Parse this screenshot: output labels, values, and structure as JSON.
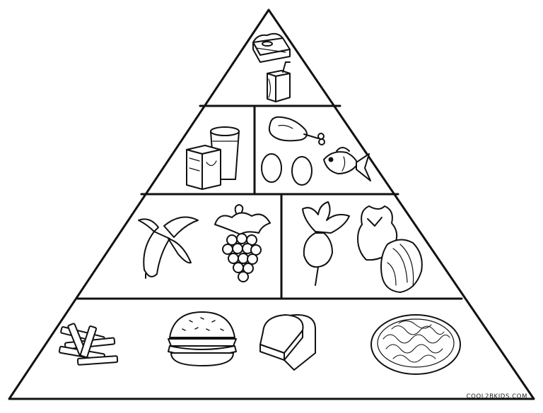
{
  "page": {
    "background": "#ffffff",
    "line_color": "#111111",
    "credit": "COOL2BKIDS.COM"
  },
  "pyramid": {
    "tiers": [
      {
        "tier": 1,
        "compartments": [
          {
            "items": [
              "pie-slice-icon",
              "juice-box-icon"
            ]
          }
        ]
      },
      {
        "tier": 2,
        "compartments": [
          {
            "items": [
              "milk-carton-icon",
              "glass-of-milk-icon"
            ]
          },
          {
            "items": [
              "chicken-drumstick-icon",
              "egg-icon",
              "egg-icon",
              "fish-icon"
            ]
          }
        ]
      },
      {
        "tier": 3,
        "compartments": [
          {
            "items": [
              "banana-icon",
              "grapes-icon"
            ]
          },
          {
            "items": [
              "beet-icon",
              "tomato-icon",
              "cabbage-icon"
            ]
          }
        ]
      },
      {
        "tier": 4,
        "compartments": [
          {
            "items": [
              "french-fries-icon",
              "hamburger-icon",
              "bread-slices-icon",
              "pasta-plate-icon"
            ]
          }
        ]
      }
    ]
  }
}
